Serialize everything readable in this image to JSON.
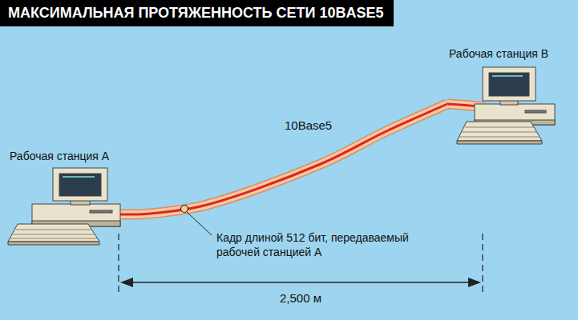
{
  "diagram": {
    "title": "МАКСИМАЛЬНАЯ ПРОТЯЖЕННОСТЬ СЕТИ 10BASE5",
    "nodes": [
      {
        "text": [
          "Рабочая станция А"
        ]
      },
      {
        "text": [
          "Рабочая станция В"
        ]
      }
    ],
    "edges": [
      {
        "from": 0,
        "to": 1,
        "label": "10Base5",
        "arrow": "none"
      }
    ],
    "labels": [
      "Кадр длиной 512 бит, передаваемый рабочей станцией А",
      "2,500 м"
    ]
  }
}
